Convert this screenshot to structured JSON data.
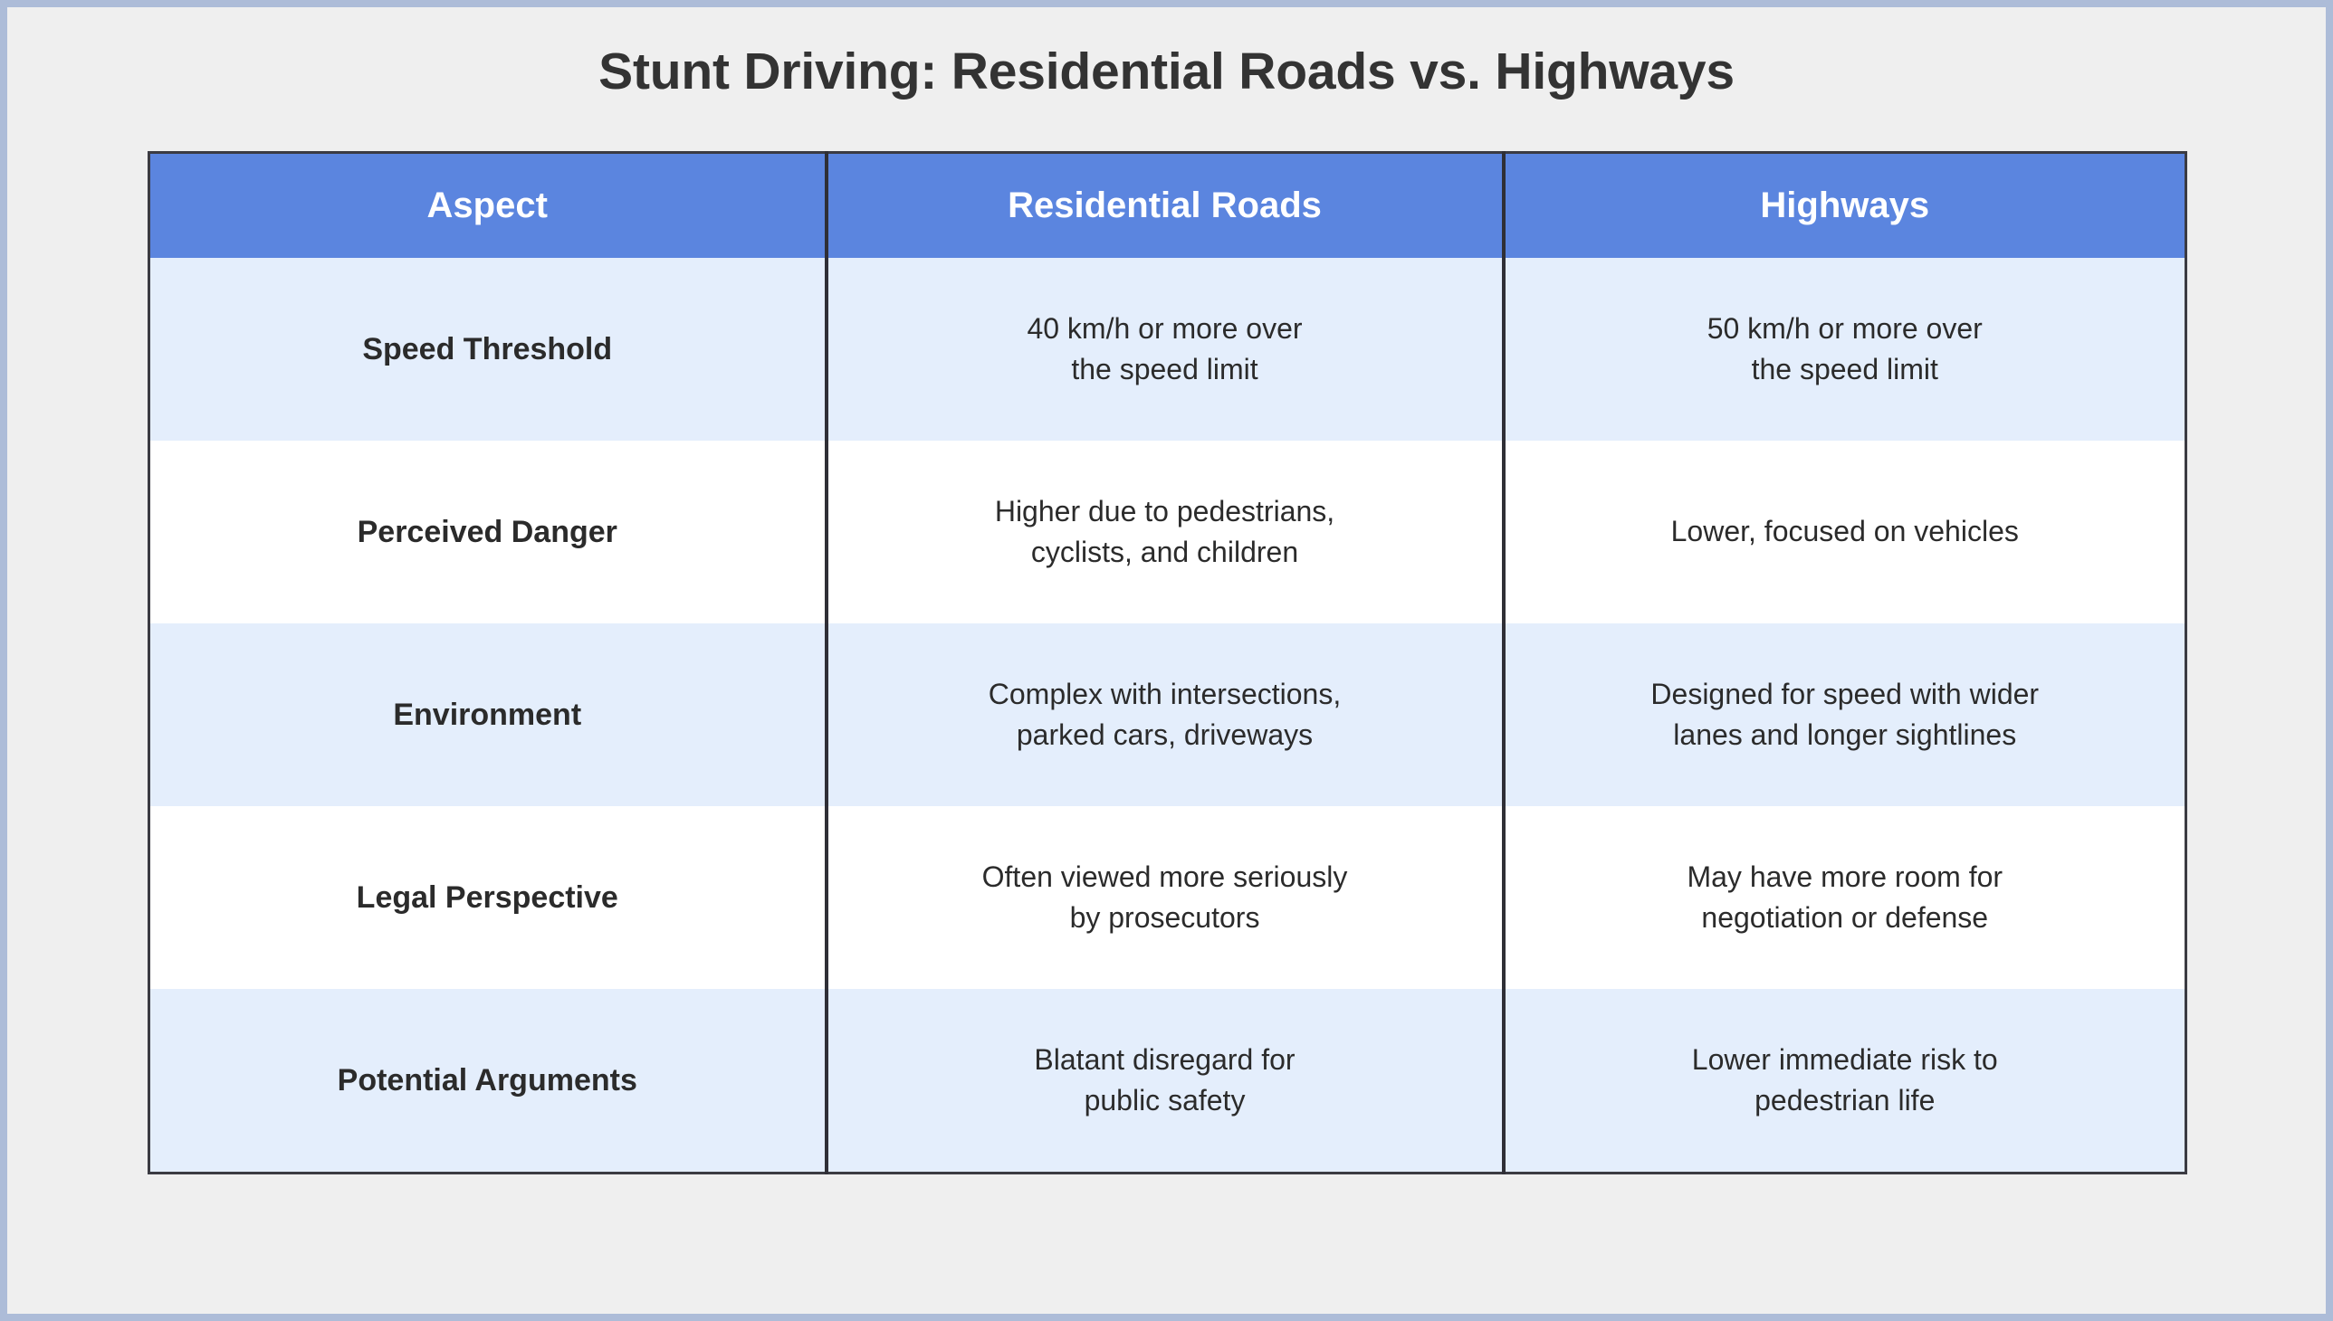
{
  "page": {
    "title": "Stunt Driving: Residential Roads vs. Highways",
    "background_color": "#efefef",
    "frame_color": "#adbcd8"
  },
  "table": {
    "header_background": "#5b85df",
    "header_text_color": "#ffffff",
    "stripe_color": "#e4eefc",
    "border_color": "#2f2f36",
    "columns": [
      "Aspect",
      "Residential Roads",
      "Highways"
    ],
    "rows": [
      {
        "aspect": "Speed Threshold",
        "residential": [
          "40 km/h or more over",
          "the speed limit"
        ],
        "highways": [
          "50 km/h or more over",
          "the speed limit"
        ]
      },
      {
        "aspect": "Perceived Danger",
        "residential": [
          "Higher due to pedestrians,",
          "cyclists, and children"
        ],
        "highways": [
          "Lower, focused on vehicles"
        ]
      },
      {
        "aspect": "Environment",
        "residential": [
          "Complex with intersections,",
          "parked cars, driveways"
        ],
        "highways": [
          "Designed for speed with wider",
          "lanes and longer sightlines"
        ]
      },
      {
        "aspect": "Legal Perspective",
        "residential": [
          "Often viewed more seriously",
          "by prosecutors"
        ],
        "highways": [
          "May have more room for",
          "negotiation or defense"
        ]
      },
      {
        "aspect": "Potential Arguments",
        "residential": [
          "Blatant disregard for",
          "public safety"
        ],
        "highways": [
          "Lower immediate risk to",
          "pedestrian life"
        ]
      }
    ]
  }
}
